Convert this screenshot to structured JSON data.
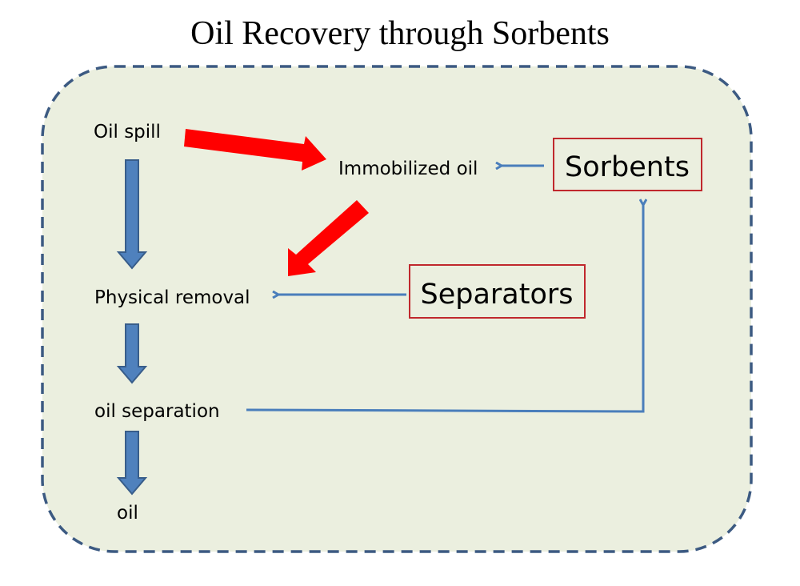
{
  "title": "Oil Recovery through Sorbents",
  "colors": {
    "panel_fill": "#ebefdf",
    "panel_border": "#3c5a82",
    "process_arrow": "#4f81bd",
    "process_arrow_border": "#385d8a",
    "sorbent_arrow": "#ff0000",
    "connector": "#4a7ebb",
    "box_border": "#c0282d"
  },
  "nodes": {
    "oil_spill": "Oil spill",
    "immobilized_oil": "Immobilized oil",
    "physical_removal": "Physical removal",
    "oil_separation": "oil separation",
    "oil": "oil",
    "sorbents": "Sorbents",
    "separators": "Separators"
  },
  "edges": [
    {
      "from": "oil_spill",
      "to": "physical_removal",
      "style": "blue-block-arrow"
    },
    {
      "from": "physical_removal",
      "to": "oil_separation",
      "style": "blue-block-arrow"
    },
    {
      "from": "oil_separation",
      "to": "oil",
      "style": "blue-block-arrow"
    },
    {
      "from": "oil_spill",
      "to": "immobilized_oil",
      "style": "red-block-arrow"
    },
    {
      "from": "immobilized_oil",
      "to": "physical_removal",
      "style": "red-block-arrow"
    },
    {
      "from": "sorbents",
      "to": "immobilized_oil",
      "style": "thin-connector"
    },
    {
      "from": "separators",
      "to": "physical_removal",
      "style": "thin-connector"
    },
    {
      "from": "oil_separation",
      "to": "sorbents",
      "style": "elbow-connector"
    }
  ]
}
